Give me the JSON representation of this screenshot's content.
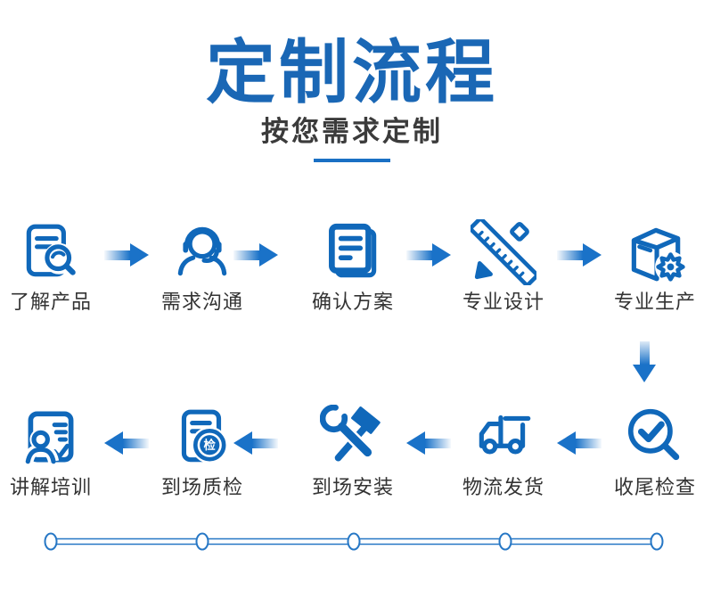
{
  "header": {
    "title": "定制流程",
    "subtitle": "按您需求定制"
  },
  "colors": {
    "title_blue": "#1a67b5",
    "icon_blue": "#1068ba",
    "arrow_blue": "#1a72c8",
    "label_dark": "#333333",
    "track_blue": "#2677c5",
    "accent_underline": "#1a70c4"
  },
  "flow": {
    "row1_direction": "left-to-right",
    "row2_direction": "right-to-left",
    "row1": [
      {
        "label": "了解产品",
        "icon": "document-search-icon"
      },
      {
        "label": "需求沟通",
        "icon": "headset-agent-icon"
      },
      {
        "label": "确认方案",
        "icon": "document-stack-icon"
      },
      {
        "label": "专业设计",
        "icon": "ruler-pencil-icon"
      },
      {
        "label": "专业生产",
        "icon": "box-gear-icon"
      }
    ],
    "row2": [
      {
        "label": "讲解培训",
        "icon": "trainer-document-icon"
      },
      {
        "label": "到场质检",
        "icon": "document-inspect-icon",
        "badge_text": "检"
      },
      {
        "label": "到场安装",
        "icon": "wrench-hammer-icon"
      },
      {
        "label": "物流发货",
        "icon": "truck-icon"
      },
      {
        "label": "收尾检查",
        "icon": "magnifier-check-icon"
      }
    ]
  }
}
